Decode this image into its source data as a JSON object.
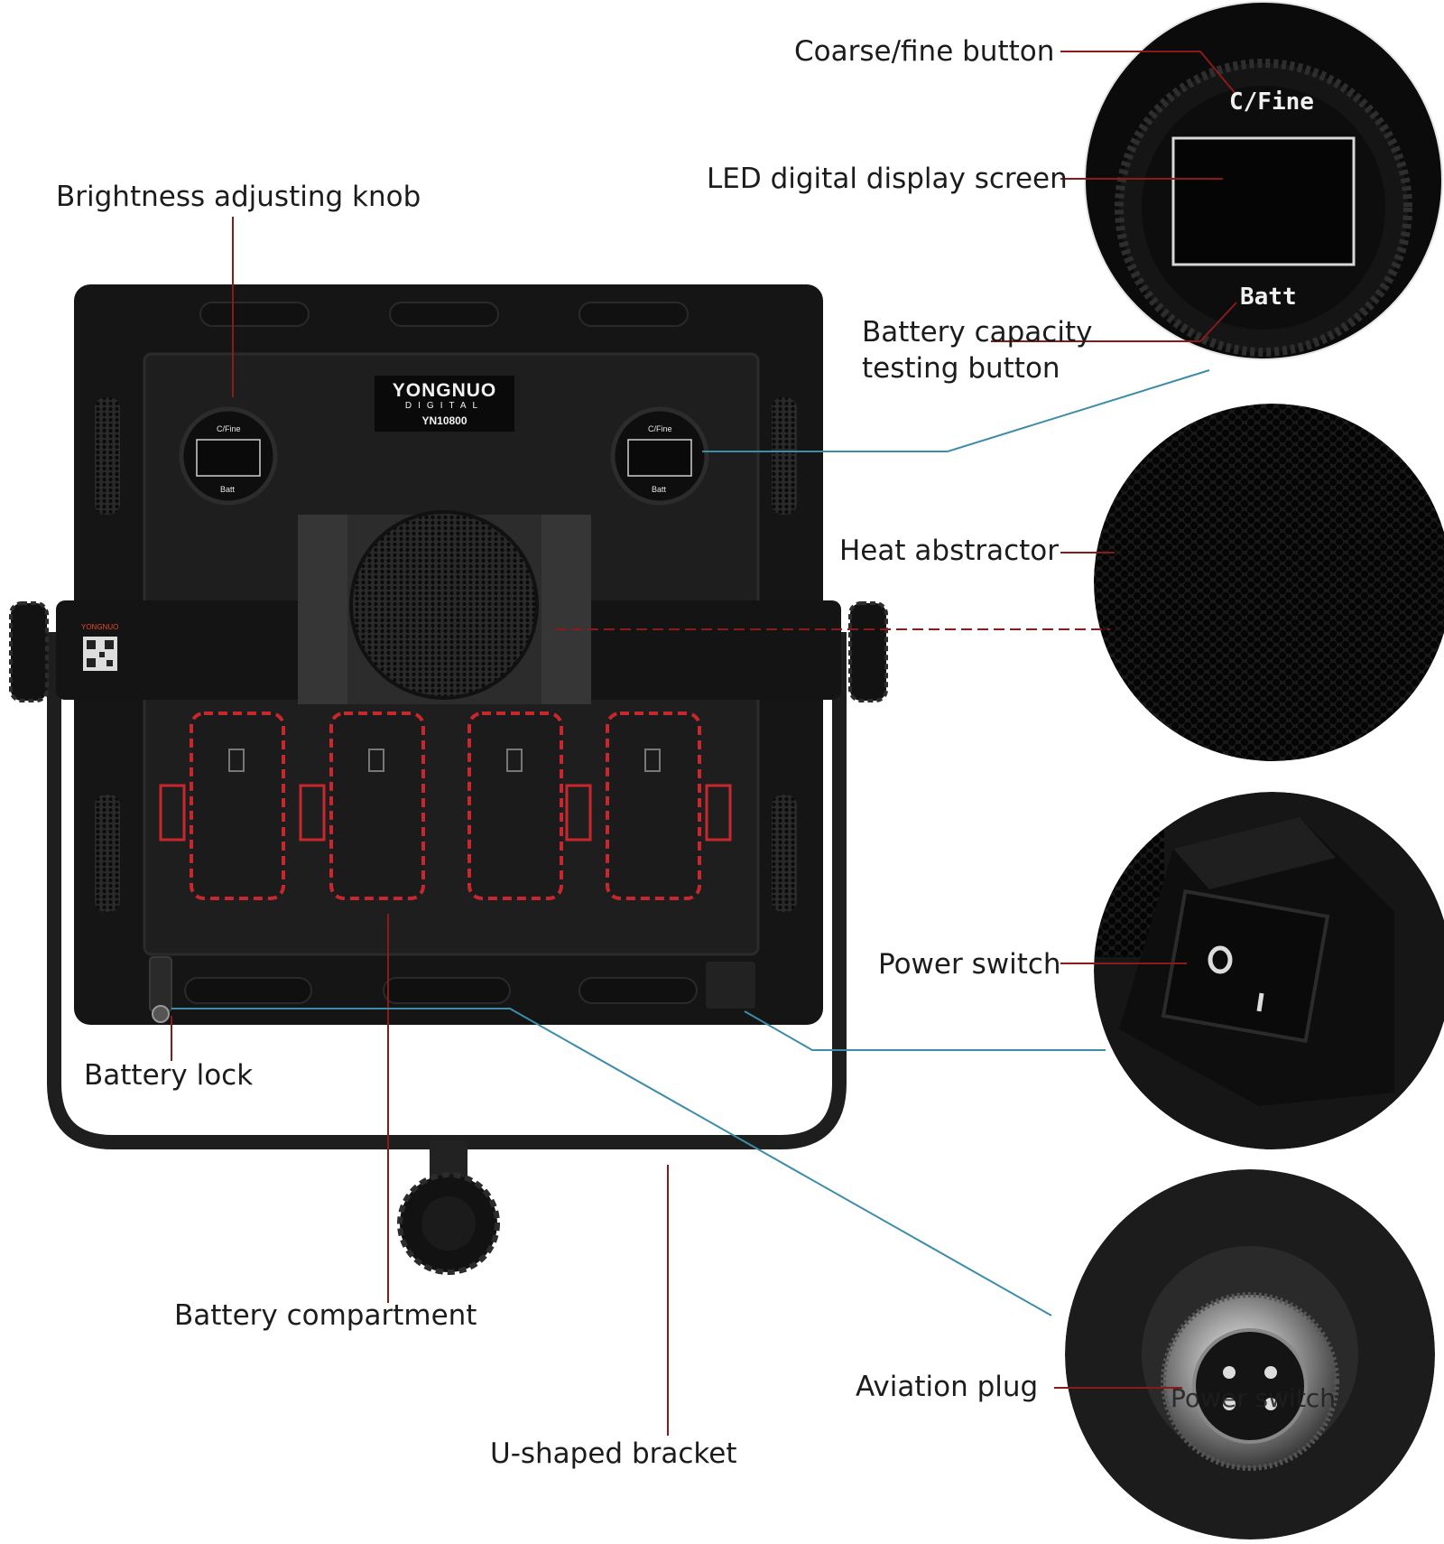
{
  "brand": {
    "name": "YONGNUO",
    "sub": "DIGITAL",
    "model": "YN10800",
    "qr_badge": "YONGNUO"
  },
  "panel_text": {
    "knob_top": "C/Fine",
    "knob_bottom": "Batt"
  },
  "zoom_text": {
    "top": "C/Fine",
    "bottom": "Batt",
    "overlay": "Power switch"
  },
  "labels": {
    "coarse_fine": "Coarse/fine button",
    "led_display": "LED digital display screen",
    "brightness_knob": "Brightness adjusting knob",
    "battery_capacity": "Battery capacity\ntesting button",
    "heat_abstractor": "Heat abstractor",
    "power_switch": "Power switch",
    "battery_lock": "Battery lock",
    "battery_compartment": "Battery compartment",
    "aviation_plug": "Aviation plug",
    "u_bracket": "U-shaped bracket"
  },
  "colors": {
    "leader_red": "#8b1a1a",
    "leader_blue": "#3d8ca8",
    "dash_red": "#c8282d",
    "device_body": "#151515"
  }
}
